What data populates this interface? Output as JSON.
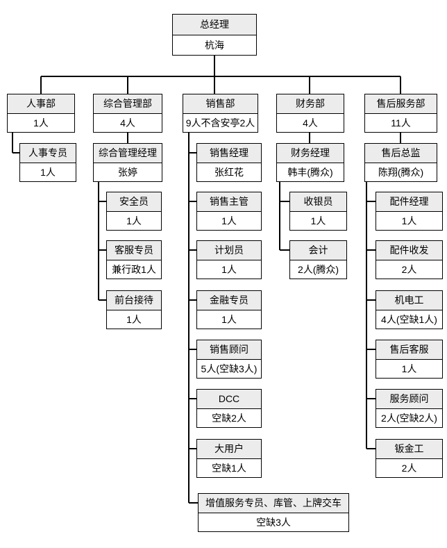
{
  "colors": {
    "canvas_bg": "#ffffff",
    "node_header_bg": "#ececec",
    "node_body_bg": "#ffffff",
    "line": "#000000"
  },
  "org_chart": {
    "type": "org-tree",
    "nodes": [
      {
        "id": "gm",
        "title": "总经理",
        "value": "杭海",
        "parent": null
      },
      {
        "id": "hr",
        "title": "人事部",
        "value": "1人",
        "parent": "gm"
      },
      {
        "id": "admin",
        "title": "综合管理部",
        "value": "4人",
        "parent": "gm"
      },
      {
        "id": "sales",
        "title": "销售部",
        "value": "9人不含安亭2人",
        "parent": "gm"
      },
      {
        "id": "finance",
        "title": "财务部",
        "value": "4人",
        "parent": "gm"
      },
      {
        "id": "after",
        "title": "售后服务部",
        "value": "11人",
        "parent": "gm"
      },
      {
        "id": "hr_spec",
        "title": "人事专员",
        "value": "1人",
        "parent": "hr"
      },
      {
        "id": "admin_mgr",
        "title": "综合管理经理",
        "value": "张婷",
        "parent": "admin"
      },
      {
        "id": "safety",
        "title": "安全员",
        "value": "1人",
        "parent": "admin_mgr"
      },
      {
        "id": "cs_spec",
        "title": "客服专员",
        "value": "兼行政1人",
        "parent": "admin_mgr"
      },
      {
        "id": "reception",
        "title": "前台接待",
        "value": "1人",
        "parent": "admin_mgr"
      },
      {
        "id": "sales_mgr",
        "title": "销售经理",
        "value": "张红花",
        "parent": "sales"
      },
      {
        "id": "sales_sup",
        "title": "销售主管",
        "value": "1人",
        "parent": "sales"
      },
      {
        "id": "planner",
        "title": "计划员",
        "value": "1人",
        "parent": "sales"
      },
      {
        "id": "fin_spec",
        "title": "金融专员",
        "value": "1人",
        "parent": "sales"
      },
      {
        "id": "sales_cons",
        "title": "销售顾问",
        "value": "5人(空缺3人)",
        "parent": "sales"
      },
      {
        "id": "dcc",
        "title": "DCC",
        "value": "空缺2人",
        "parent": "sales"
      },
      {
        "id": "key_acct",
        "title": "大用户",
        "value": "空缺1人",
        "parent": "sales"
      },
      {
        "id": "vas",
        "title": "增值服务专员、库管、上牌交车",
        "value": "空缺3人",
        "parent": "sales"
      },
      {
        "id": "fin_mgr",
        "title": "财务经理",
        "value": "韩丰(腾众)",
        "parent": "finance"
      },
      {
        "id": "cashier",
        "title": "收银员",
        "value": "1人",
        "parent": "fin_mgr"
      },
      {
        "id": "accountant",
        "title": "会计",
        "value": "2人(腾众)",
        "parent": "fin_mgr"
      },
      {
        "id": "after_dir",
        "title": "售后总监",
        "value": "陈翔(腾众)",
        "parent": "after"
      },
      {
        "id": "parts_mgr",
        "title": "配件经理",
        "value": "1人",
        "parent": "after_dir"
      },
      {
        "id": "parts_clerk",
        "title": "配件收发",
        "value": "2人",
        "parent": "after_dir"
      },
      {
        "id": "mechanic",
        "title": "机电工",
        "value": "4人(空缺1人)",
        "parent": "after_dir"
      },
      {
        "id": "after_cs",
        "title": "售后客服",
        "value": "1人",
        "parent": "after_dir"
      },
      {
        "id": "svc_advisor",
        "title": "服务顾问",
        "value": "2人(空缺2人)",
        "parent": "after_dir"
      },
      {
        "id": "panel_beater",
        "title": "钣金工",
        "value": "2人",
        "parent": "after_dir"
      }
    ]
  }
}
